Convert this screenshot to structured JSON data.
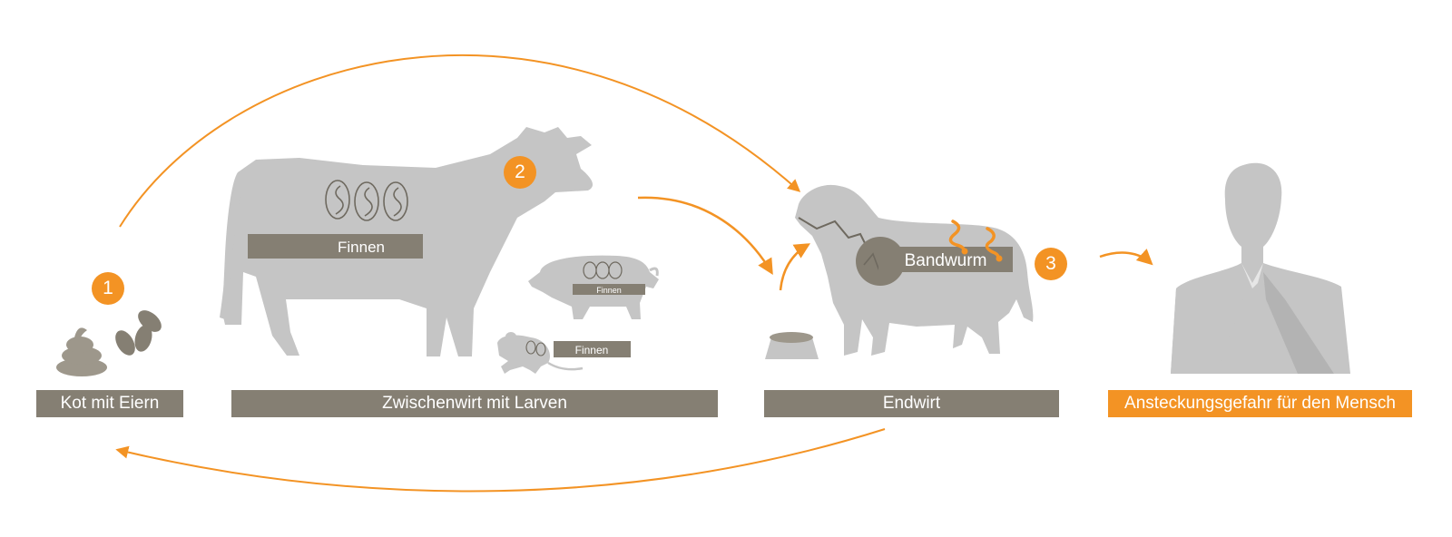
{
  "stages": {
    "egg": "Kot mit Eiern",
    "intermediate": "Zwischenwirt mit Larven",
    "final": "Endwirt",
    "human": "Ansteckungsgefahr für den Mensch"
  },
  "badges": {
    "one": "1",
    "two": "2",
    "three": "3"
  },
  "overlays": {
    "cow": "Finnen",
    "pig": "Finnen",
    "mouse": "Finnen",
    "dog": "Bandwurm"
  },
  "colors": {
    "accent": "#f39324",
    "label_grey": "#857f73",
    "silhouette": "#c5c5c5"
  },
  "icons": [
    "feces-icon",
    "egg-icon",
    "cow-icon",
    "pig-icon",
    "mouse-icon",
    "dog-icon",
    "bowl-icon",
    "human-icon",
    "tapeworm-icon",
    "larva-cyst-icon"
  ]
}
